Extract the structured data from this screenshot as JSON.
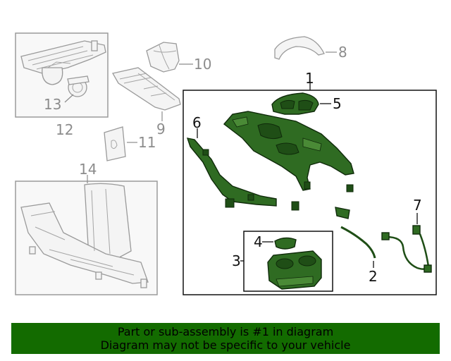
{
  "callouts": {
    "c1": "1",
    "c2": "2",
    "c3": "3",
    "c4": "4",
    "c5": "5",
    "c6": "6",
    "c7": "7",
    "c8": "8",
    "c9": "9",
    "c10": "10",
    "c11": "11",
    "c12": "12",
    "c13": "13",
    "c14": "14"
  },
  "notice": {
    "line1": "Part or sub-assembly is #1 in diagram",
    "line2": "Diagram may not be specific to your vehicle"
  },
  "colors": {
    "highlight_part": "#2f6b22",
    "notice_background": "#136b00",
    "gray_part": "#9a9a9a",
    "callout_gray": "#8c8c8c",
    "callout_black": "#111111"
  }
}
